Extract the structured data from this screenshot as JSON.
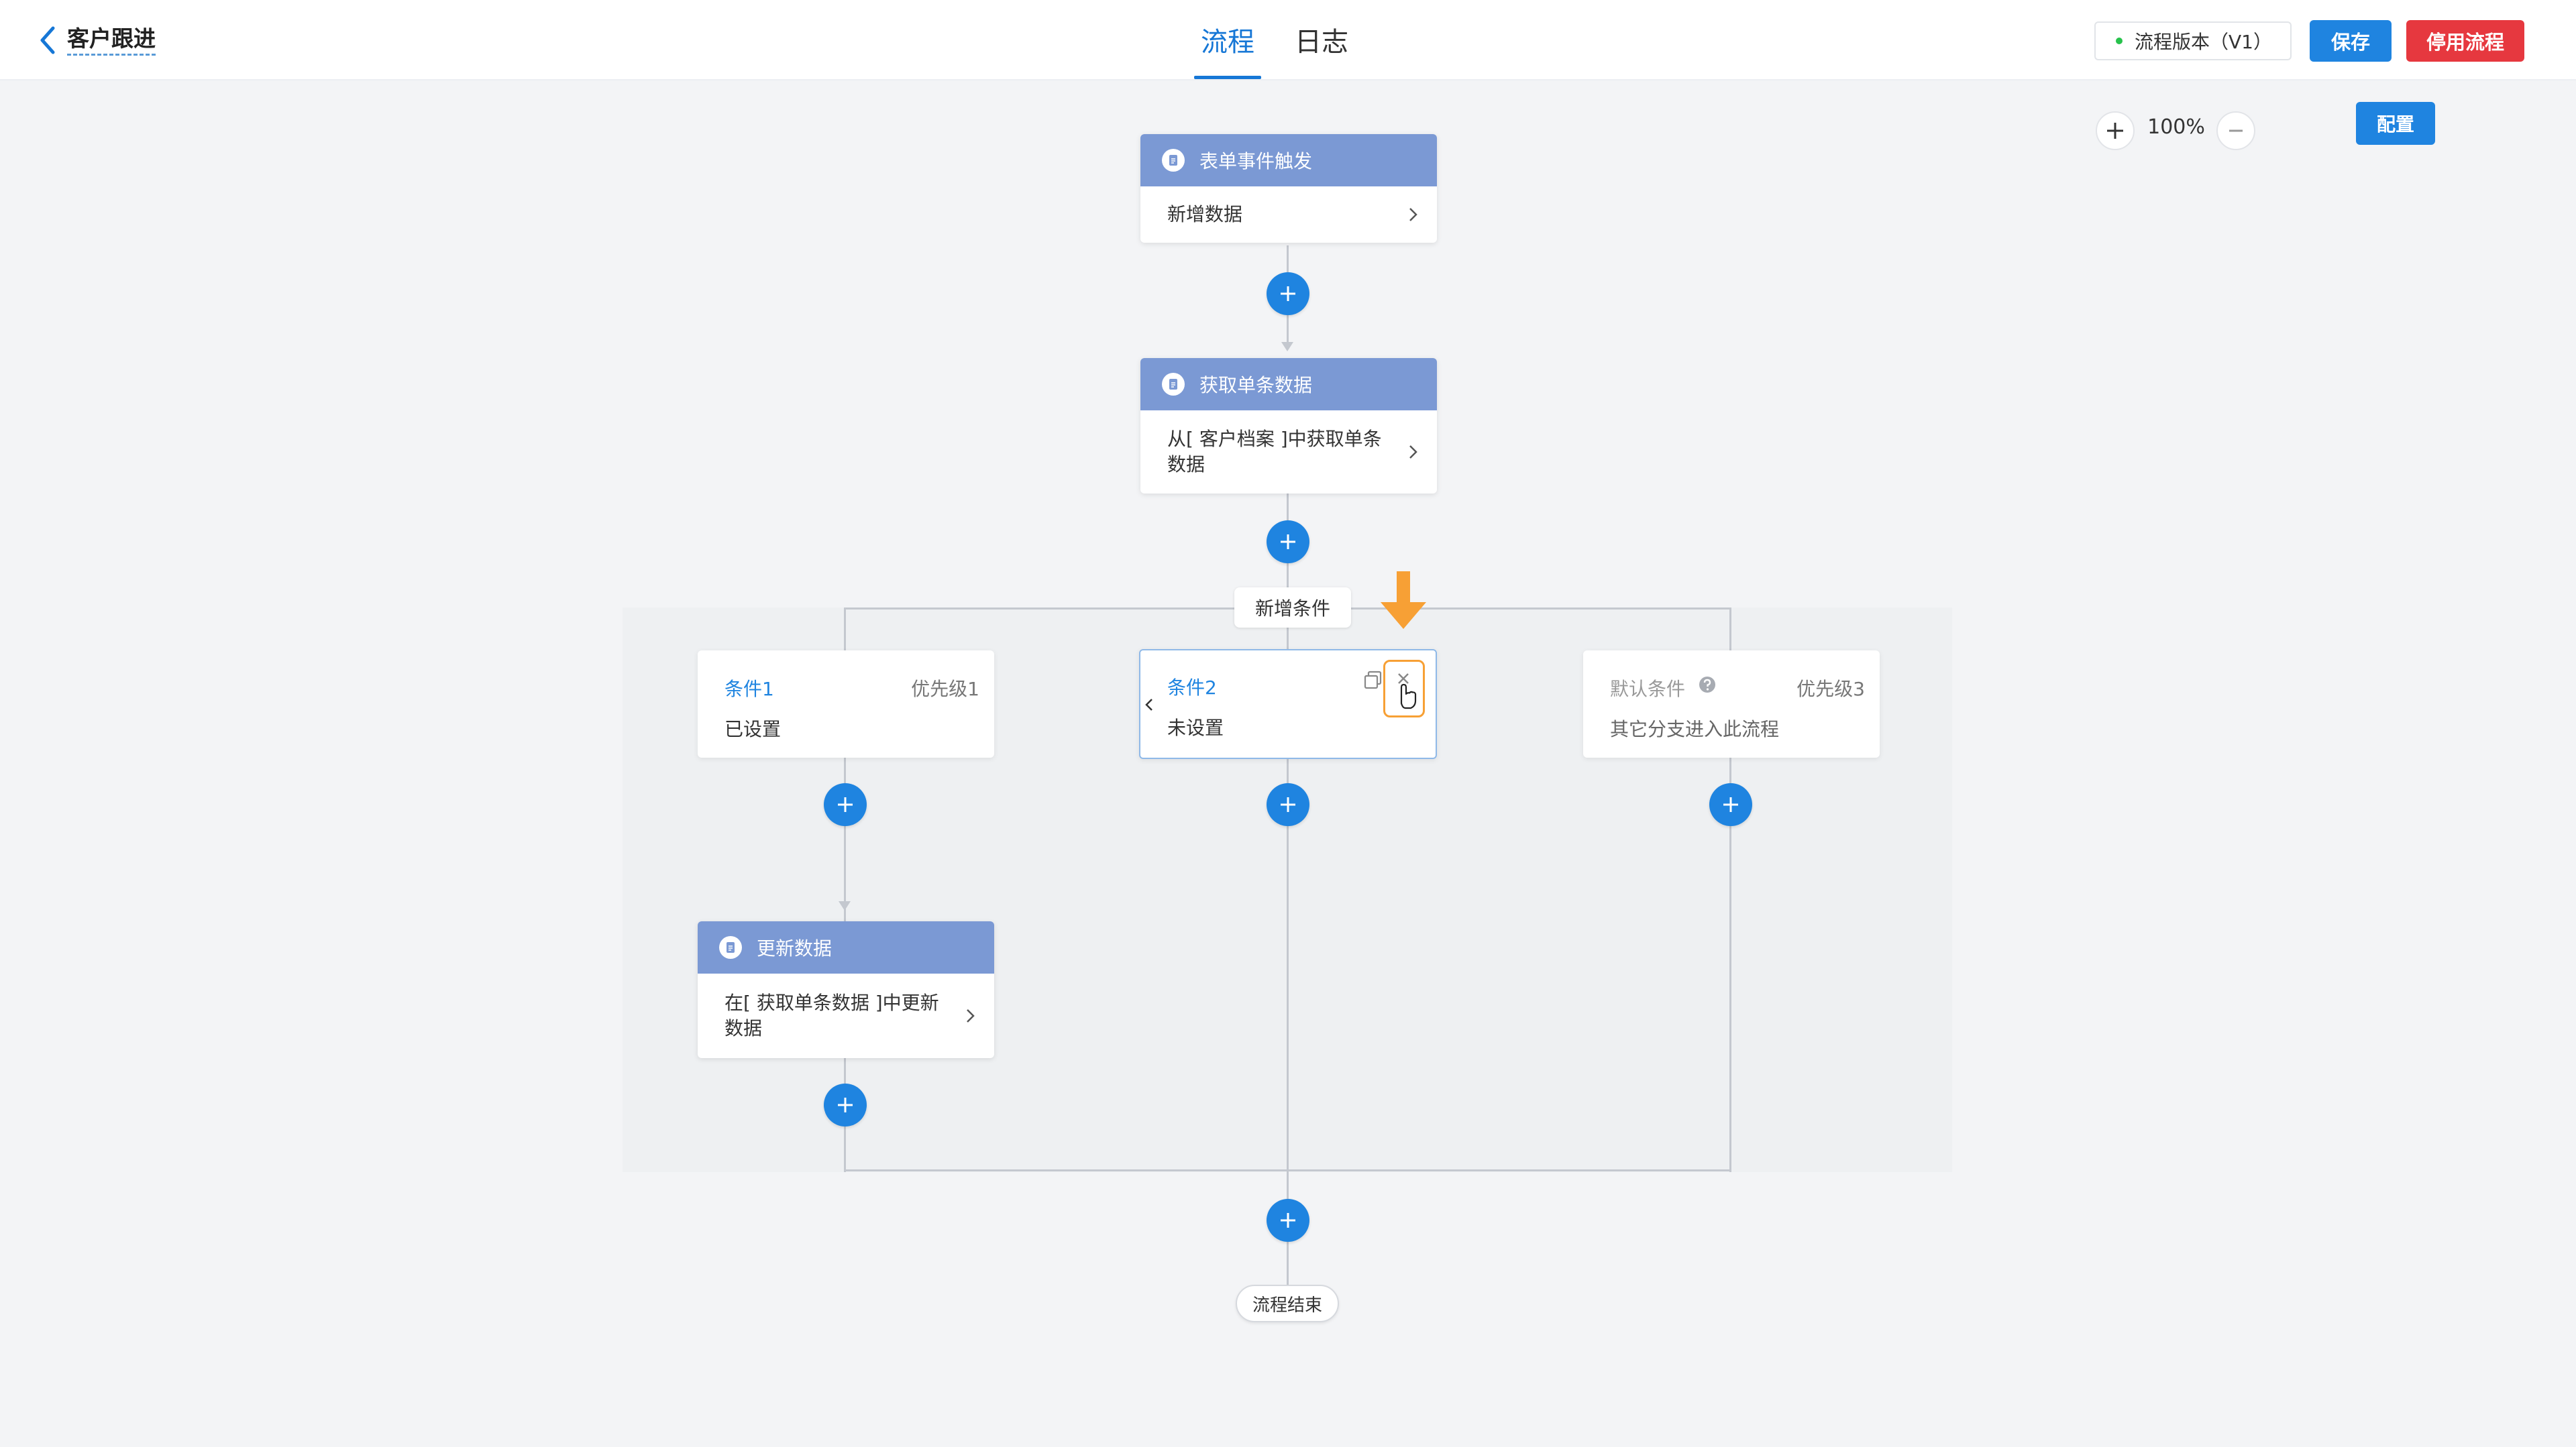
{
  "header": {
    "title": "客户跟进",
    "tabs": [
      {
        "label": "流程",
        "active": true
      },
      {
        "label": "日志",
        "active": false
      }
    ],
    "version_label": "流程版本（V1）",
    "save_label": "保存",
    "stop_label": "停用流程"
  },
  "toolbar": {
    "zoom_level": "100%",
    "config_label": "配置"
  },
  "flow": {
    "trigger": {
      "title": "表单事件触发",
      "desc": "新增数据"
    },
    "fetch": {
      "title": "获取单条数据",
      "desc": "从[ 客户档案 ]中获取单条数据"
    },
    "add_condition_label": "新增条件",
    "conditions": [
      {
        "name": "条件1",
        "priority": "优先级1",
        "desc": "已设置"
      },
      {
        "name": "条件2",
        "priority": "",
        "desc": "未设置"
      },
      {
        "name": "默认条件",
        "priority": "优先级3",
        "desc": "其它分支进入此流程"
      }
    ],
    "update": {
      "title": "更新数据",
      "desc": "在[ 获取单条数据 ]中更新数据"
    },
    "end_label": "流程结束"
  },
  "colors": {
    "primary": "#1f84e0",
    "danger": "#e6383f",
    "node_header": "#7b99d4",
    "highlight": "#f7a035",
    "status_dot": "#27c24c"
  }
}
